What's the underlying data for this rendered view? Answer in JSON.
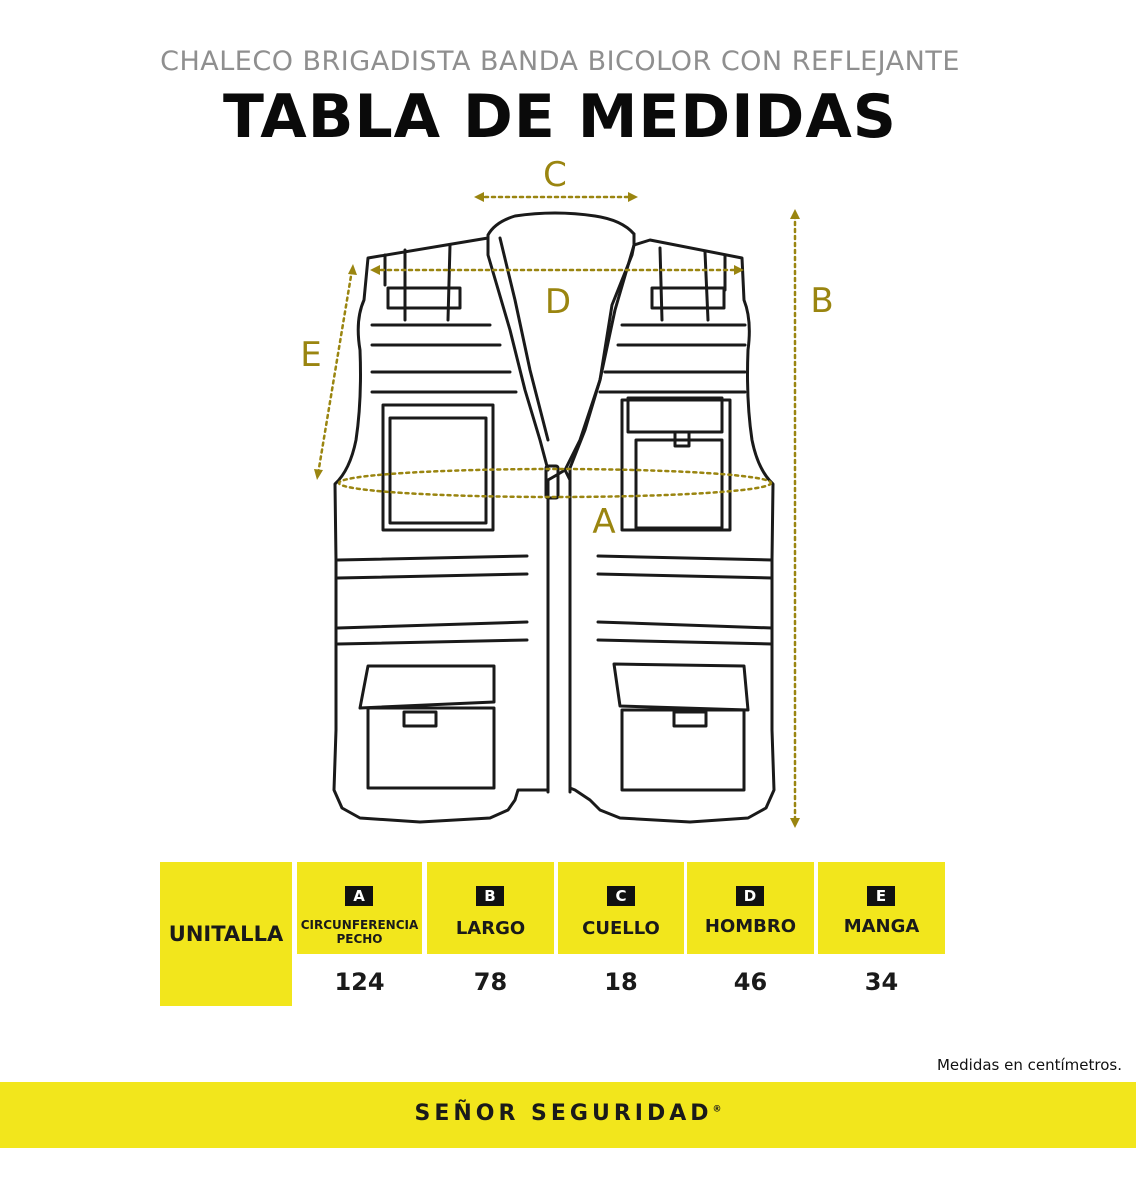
{
  "header": {
    "subtitle": "CHALECO BRIGADISTA BANDA BICOLOR CON REFLEJANTE",
    "title": "TABLA DE MEDIDAS"
  },
  "diagram": {
    "labels": {
      "a": "A",
      "b": "B",
      "c": "C",
      "d": "D",
      "e": "E"
    },
    "accent_color": "#9a8510",
    "line_color": "#1a1a1a"
  },
  "size_table": {
    "size_label": "UNITALLA",
    "columns": [
      {
        "letter": "A",
        "name_line1": "CIRCUNFERENCIA",
        "name_line2": "PECHO",
        "value": "124"
      },
      {
        "letter": "B",
        "name_line1": "LARGO",
        "name_line2": "",
        "value": "78"
      },
      {
        "letter": "C",
        "name_line1": "CUELLO",
        "name_line2": "",
        "value": "18"
      },
      {
        "letter": "D",
        "name_line1": "HOMBRO",
        "name_line2": "",
        "value": "46"
      },
      {
        "letter": "E",
        "name_line1": "MANGA",
        "name_line2": "",
        "value": "34"
      }
    ],
    "highlight_color": "#f2e61c"
  },
  "footnote": "Medidas en centímetros.",
  "footer": {
    "brand": "SEÑOR SEGURIDAD",
    "registered_mark": "®"
  }
}
